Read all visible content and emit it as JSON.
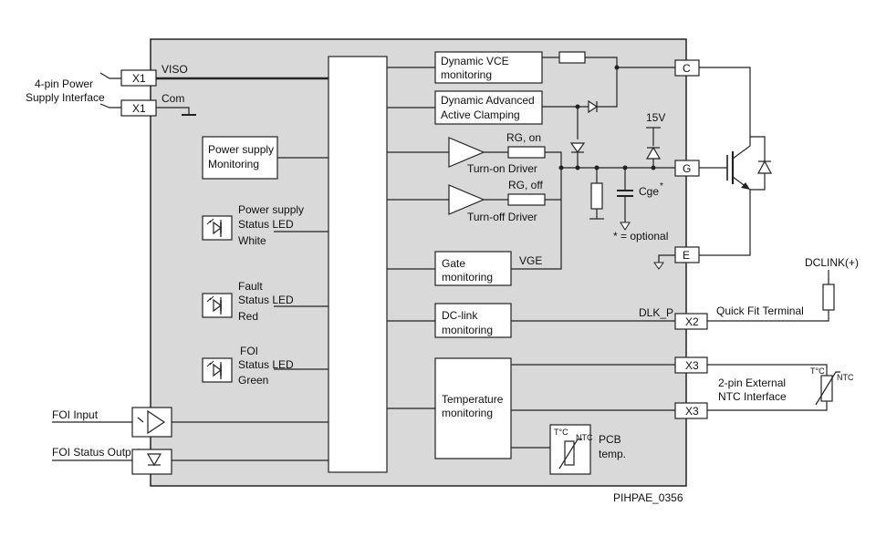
{
  "terminals": {
    "x1_viso": "X1",
    "x1_com": "X1",
    "c": "C",
    "g": "G",
    "e": "E",
    "x2": "X2",
    "x3_top": "X3",
    "x3_bottom": "X3"
  },
  "labels": {
    "power_interface_line1": "4-pin Power",
    "power_interface_line2": "Supply Interface",
    "viso": "VISO",
    "com": "Com",
    "v15": "15V",
    "rg_on": "RG, on",
    "rg_off": "RG, off",
    "turn_on_driver": "Turn-on Driver",
    "turn_off_driver": "Turn-off Driver",
    "cge": "Cge",
    "cge_star": "*",
    "optional_note": "* = optional",
    "vge": "VGE",
    "dlk_p": "DLK_P",
    "dclink": "DCLINK(+)",
    "quick_fit": "Quick Fit Terminal",
    "ntc_interface_line1": "2-pin External",
    "ntc_interface_line2": "NTC Interface",
    "ext_tc": "T°C",
    "ext_ntc": "NTC",
    "pcb_tc": "T°C",
    "pcb_ntc": "NTC",
    "pcb_temp_line1": "PCB",
    "pcb_temp_line2": "temp.",
    "foi_input": "FOI Input",
    "foi_status_output": "FOI Status Output",
    "figure_id": "PIHPAE_0356"
  },
  "blocks": {
    "dyn_vce_line1": "Dynamic VCE",
    "dyn_vce_line2": "monitoring",
    "dyn_aac_line1": "Dynamic Advanced",
    "dyn_aac_line2": "Active Clamping",
    "ps_mon_line1": "Power supply",
    "ps_mon_line2": "Monitoring",
    "gate_mon_line1": "Gate",
    "gate_mon_line2": "monitoring",
    "dclink_mon_line1": "DC-link",
    "dclink_mon_line2": "monitoring",
    "temp_mon_line1": "Temperature",
    "temp_mon_line2": "monitoring"
  },
  "leds": {
    "ps_line1": "Power supply",
    "ps_line2": "Status LED",
    "ps_line3": "White",
    "fault_line1": "Fault",
    "fault_line2": "Status LED",
    "fault_line3": "Red",
    "foi_line1": "FOI",
    "foi_line2": "Status LED",
    "foi_line3": "Green"
  },
  "colors": {
    "module_fill": "#d9d9d9",
    "line": "#222222"
  }
}
